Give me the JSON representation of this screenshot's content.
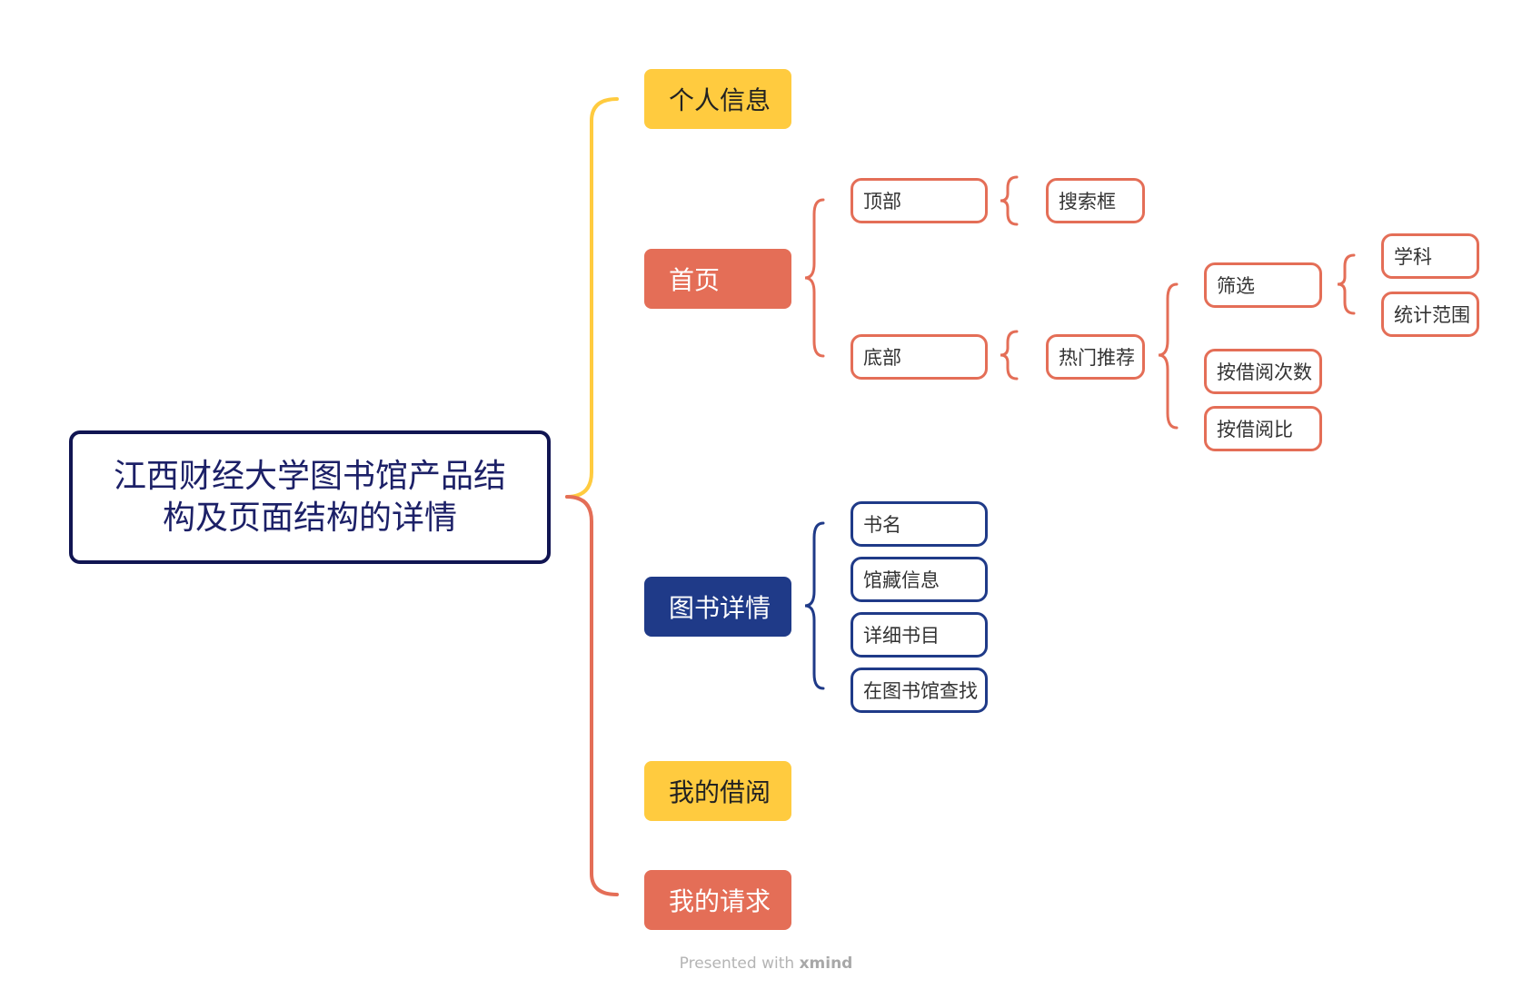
{
  "root": {
    "title": "江西财经大学图书馆产品结构及页面结构的详情"
  },
  "branches": {
    "personal_info": "个人信息",
    "home": {
      "label": "首页",
      "top": {
        "label": "顶部",
        "search_box": "搜索框"
      },
      "bottom": {
        "label": "底部",
        "hot_recommend": {
          "label": "热门推荐",
          "filter": {
            "label": "筛选",
            "subject": "学科",
            "stat_range": "统计范围"
          },
          "by_borrow_count": "按借阅次数",
          "by_borrow_ratio": "按借阅比"
        }
      }
    },
    "book_detail": {
      "label": "图书详情",
      "items": [
        "书名",
        "馆藏信息",
        "详细书目",
        "在图书馆查找"
      ]
    },
    "my_borrow": "我的借阅",
    "my_request": "我的请求"
  },
  "footer": {
    "text": "Presented with",
    "brand": "xmind"
  },
  "colors": {
    "root_border": "#111552",
    "yellow": "#ffcb3f",
    "orange": "#e46e57",
    "navy": "#1f3a88"
  }
}
